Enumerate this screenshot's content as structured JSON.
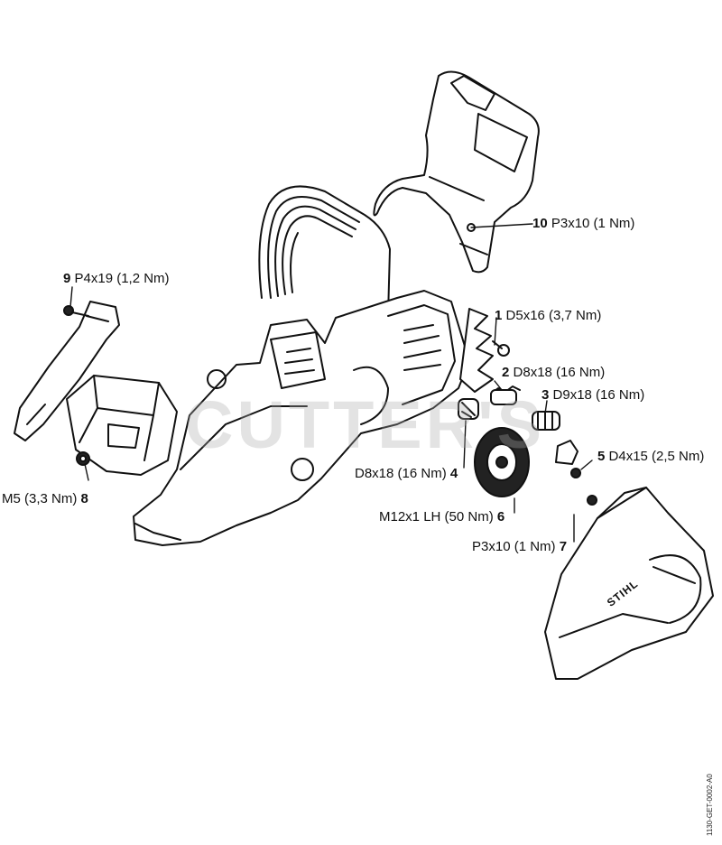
{
  "watermark": "CUTTER'S",
  "doc_ref": "1130-GET-0002-A0",
  "callouts": [
    {
      "num": "10",
      "spec": "P3x10 (1 Nm)"
    },
    {
      "num": "9",
      "spec": "P4x19 (1,2 Nm)"
    },
    {
      "num": "1",
      "spec": "D5x16 (3,7 Nm)"
    },
    {
      "num": "2",
      "spec": "D8x18 (16 Nm)"
    },
    {
      "num": "3",
      "spec": "D9x18 (16 Nm)"
    },
    {
      "num": "4",
      "spec": "D8x18 (16 Nm)"
    },
    {
      "num": "5",
      "spec": "D4x15 (2,5 Nm)"
    },
    {
      "num": "6",
      "spec": "M12x1 LH (50 Nm)"
    },
    {
      "num": "7",
      "spec": "P3x10 (1 Nm)"
    },
    {
      "num": "8",
      "spec": "M5 (3,3 Nm)"
    }
  ],
  "sprocket_cover_logo": "STIHL"
}
